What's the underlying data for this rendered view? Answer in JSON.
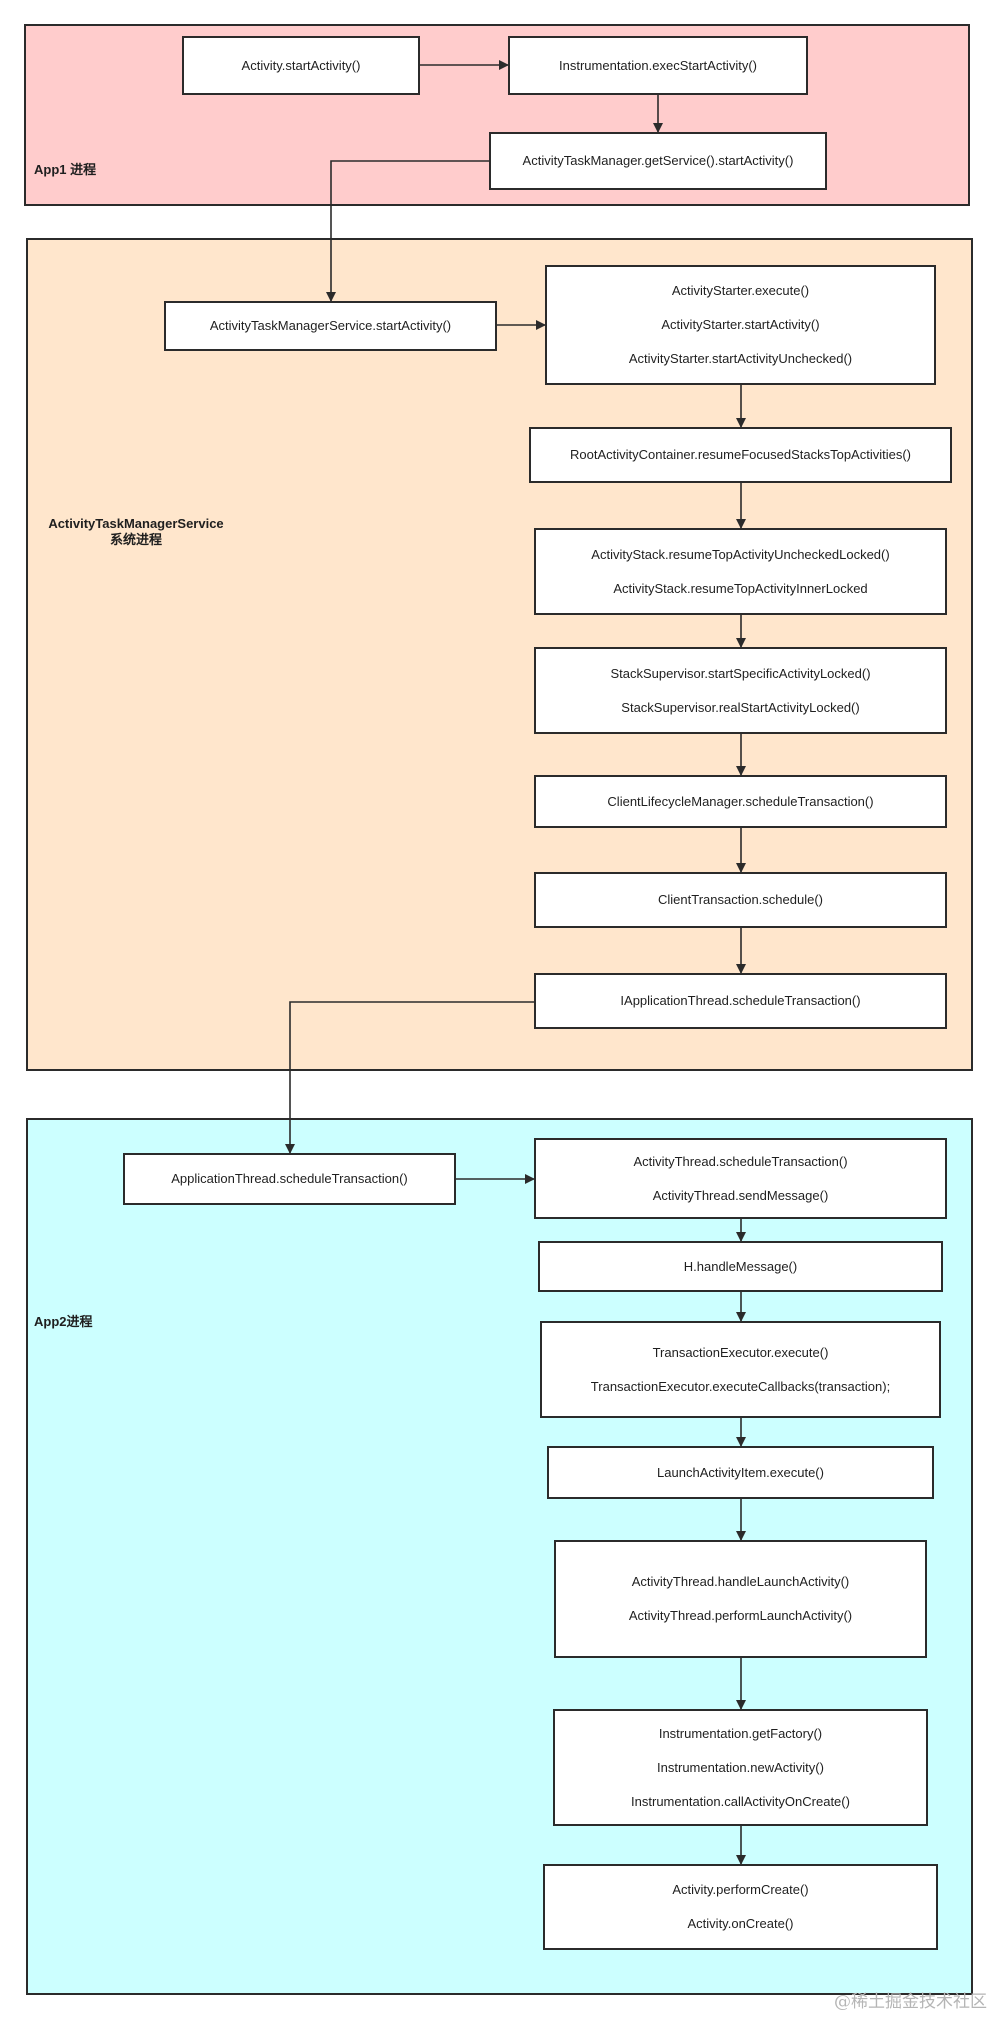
{
  "regions": {
    "app1": {
      "label": "App1 进程",
      "color": "#ffcccc"
    },
    "atms": {
      "label_line1": "ActivityTaskManagerService",
      "label_line2": "系统进程",
      "color": "#ffe6cc"
    },
    "app2": {
      "label": "App2进程",
      "color": "#ccffff"
    }
  },
  "boxes": {
    "activity_start": [
      "Activity.startActivity()"
    ],
    "instr_exec": [
      "Instrumentation.execStartActivity()"
    ],
    "atm_get_service": [
      "ActivityTaskManager.getService().startActivity()"
    ],
    "atms_start": [
      "ActivityTaskManagerService.startActivity()"
    ],
    "activity_starter": [
      "ActivityStarter.execute()",
      "ActivityStarter.startActivity()",
      "ActivityStarter.startActivityUnchecked()"
    ],
    "root_container": [
      "RootActivityContainer.resumeFocusedStacksTopActivities()"
    ],
    "activity_stack": [
      "ActivityStack.resumeTopActivityUncheckedLocked()",
      "ActivityStack.resumeTopActivityInnerLocked"
    ],
    "stack_supervisor": [
      "StackSupervisor.startSpecificActivityLocked()",
      "StackSupervisor.realStartActivityLocked()"
    ],
    "lifecycle_manager": [
      "ClientLifecycleManager.scheduleTransaction()"
    ],
    "client_transaction": [
      "ClientTransaction.schedule()"
    ],
    "iapp_thread": [
      "IApplicationThread.scheduleTransaction()"
    ],
    "app_thread": [
      "ApplicationThread.scheduleTransaction()"
    ],
    "activity_thread_sched": [
      "ActivityThread.scheduleTransaction()",
      "ActivityThread.sendMessage()"
    ],
    "h_handle": [
      "H.handleMessage()"
    ],
    "tx_executor": [
      "TransactionExecutor.execute()",
      "TransactionExecutor.executeCallbacks(transaction);"
    ],
    "launch_item": [
      "LaunchActivityItem.execute()"
    ],
    "activity_thread_launch": [
      "ActivityThread.handleLaunchActivity()",
      "ActivityThread.performLaunchActivity()"
    ],
    "instr_factory": [
      "Instrumentation.getFactory()",
      "Instrumentation.newActivity()",
      "Instrumentation.callActivityOnCreate()"
    ],
    "activity_create": [
      "Activity.performCreate()",
      "Activity.onCreate()"
    ]
  },
  "watermark": "@稀土掘金技术社区"
}
